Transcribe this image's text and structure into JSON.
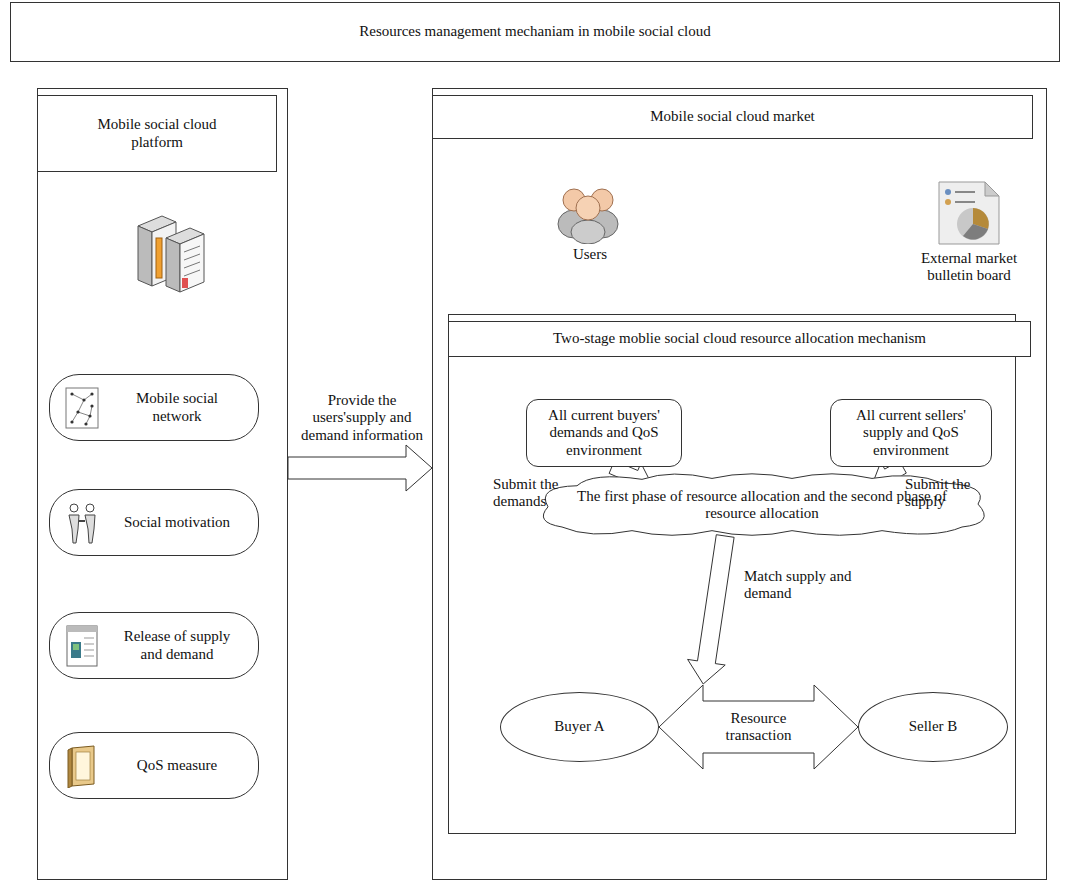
{
  "diagram": {
    "nodes": [
      {
        "text": [
          "Resources management mechaniam in mobile social cloud"
        ]
      },
      {
        "text": [
          "Mobile social cloud platform"
        ]
      },
      {
        "text": [
          "Mobile social network"
        ],
        "in": 1
      },
      {
        "text": [
          "Social motivation"
        ],
        "in": 1
      },
      {
        "text": [
          "Release of supply and demand"
        ],
        "in": 1
      },
      {
        "text": [
          "QoS measure"
        ],
        "in": 1
      },
      {
        "text": [
          "Mobile social cloud market"
        ]
      },
      {
        "text": [
          "Two-stage moblie social cloud resource allocation mechanism"
        ],
        "in": 6
      },
      {
        "text": [
          "All current buyers' demands and QoS environment"
        ],
        "in": 7
      },
      {
        "text": [
          "All current sellers' supply and QoS environment"
        ],
        "in": 7
      },
      {
        "text": [
          "The first phase of resource allocation and the second phase of resource allocation"
        ],
        "in": 7
      },
      {
        "text": [
          "Buyer A"
        ],
        "in": 7
      },
      {
        "text": [
          "Seller B"
        ],
        "in": 7
      }
    ],
    "edges": [
      {
        "from": 1,
        "to": 6,
        "label": "Provide the users'supply and demand information",
        "arrow": "to"
      },
      {
        "from": 8,
        "to": 10,
        "label": "Submit the demands",
        "arrow": "to"
      },
      {
        "from": 9,
        "to": 10,
        "label": "Submit the supply",
        "arrow": "to"
      },
      {
        "from": 11,
        "to": 12,
        "label": "Resource transaction",
        "arrow": "both"
      }
    ],
    "labels": [
      "Users",
      "External market bulletin board",
      "Match supply and demand"
    ]
  }
}
